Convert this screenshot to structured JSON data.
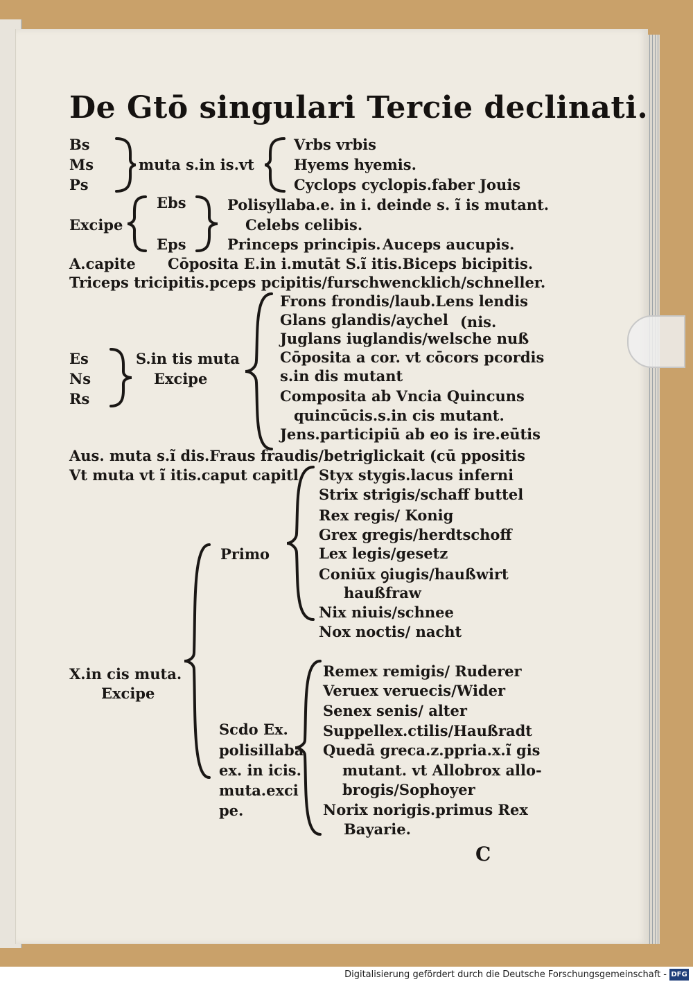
{
  "title": "De Gtō singulari Tercie declinati.",
  "blocks": {
    "a": {
      "left_col": [
        "Bs",
        "Ms",
        "Ps"
      ],
      "middle": "muta s.in is.vt",
      "examples": [
        "Vrbs vrbis",
        "Hyems hyemis.",
        "Cyclops cyclopis.faber Jouis"
      ]
    },
    "b": {
      "label": "Excipe",
      "inner": [
        "Ebs",
        "Eps"
      ],
      "lines": [
        "Polisyllaba.e. in i. deinde s. ĩ is mutant.",
        "Celebs celibis.",
        "Princeps principis.",
        "Auceps aucupis."
      ]
    },
    "c": {
      "line1_left": "A.capite",
      "line1_right": "Cōposita E.in i.mutāt S.ĩ itis.Biceps bicipitis.",
      "line2": "Triceps tricipitis.pceps pcipitis/furschwencklich/schneller."
    },
    "d": {
      "left_col": [
        "Es",
        "Ns",
        "Rs"
      ],
      "middle": [
        "S.in tis muta",
        "Excipe"
      ],
      "lines": [
        "Frons frondis/laub.Lens lendis",
        "Glans glandis/aychel",
        "Juglans iuglandis/welsche nuß",
        "Cōposita a cor. vt cōcors pcordis",
        "s.in dis mutant",
        "Composita ab Vncia Quincuns",
        "quincūcis.s.in cis mutant.",
        "Jens.participiū ab eo is ire.eūtis"
      ],
      "overflow_1": "(nis.",
      "overflow_2": "(cū ppositis"
    },
    "e": {
      "aus": "Aus. muta s.ĩ dis.Fraus fraudis/betriglickait",
      "vt": "Vt muta vt ĩ itis.caput capitl",
      "primo": "Primo",
      "primo_lines": [
        "Styx stygis.lacus inferni",
        "Strix strigis/schaff buttel",
        "Rex regis/ Konig",
        "Grex gregis/herdtschoff",
        "Lex legis/gesetz",
        "Coniūx ꝯiugis/haußwirt",
        "haußfraw",
        "Nix niuis/schnee",
        "Nox noctis/ nacht"
      ],
      "x_label": [
        "X.in cis muta.",
        "Excipe"
      ],
      "secundo": [
        "Scdo Ex.",
        "polisillaba",
        "ex. in icis.",
        "muta.exci",
        "pe."
      ],
      "secundo_lines": [
        "Remex remigis/ Ruderer",
        "Veruex veruecis/Wider",
        "Senex senis/ alter",
        "Suppellex.ctilis/Haußradt",
        "Quedā greca.z.ppria.x.ĩ gis",
        "mutant. vt Allobrox allo-",
        "brogis/Sophoyer",
        "Norix norigis.primus Rex",
        "Bayarie."
      ]
    },
    "catchword": "C"
  },
  "footer": {
    "credit": "Digitalisierung gefördert durch die Deutsche Forschungsgemeinschaft -",
    "logo": "DFG"
  },
  "colors": {
    "paper": "#efebe2",
    "ink": "#1a1715",
    "cover": "#c9a16a",
    "logo": "#1f3f7a"
  }
}
